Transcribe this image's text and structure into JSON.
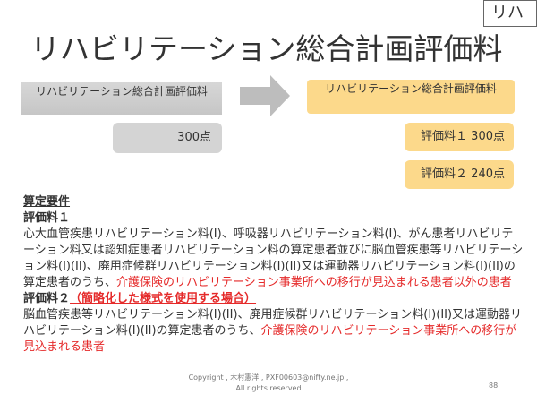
{
  "tag": "リハ",
  "title": "リハビリテーション総合計画評価料",
  "old_name": "リハビリテーション総合計画評価料",
  "old_points": "300点",
  "new_name": "リハビリテーション総合計画評価料",
  "new_items": [
    "評価料１ 300点",
    "評価料２ 240点"
  ],
  "section_title": "算定要件",
  "item1": {
    "heading": "評価料１",
    "text": "心大血管疾患リハビリテーション料(I)、呼吸器リハビリテーション料(I)、がん患者リハビリテーション料又は認知症患者リハビリテーション料の算定患者並びに脳血管疾患等リハビリテーション料(I)(II)、廃用症候群リハビリテーション料(I)(II)又は運動器リハビリテーション料(I)(II)の算定患者のうち、",
    "highlight": "介護保険のリハビリテーション事業所への移行が見込まれる患者以外の患者"
  },
  "item2": {
    "heading": "評価料２",
    "heading_note": "（簡略化した様式を使用する場合）",
    "text": "脳血管疾患等リハビリテーション料(I)(II)、廃用症候群リハビリテーション料(I)(II)又は運動器リハビリテーション料(I)(II)の算定患者のうち、",
    "highlight": "介護保険のリハビリテーション事業所への移行が見込まれる患者"
  },
  "footer": {
    "copyright_line1": "Copyright , 木村憲洋 , PXF00603@nifty.ne.jp ,",
    "copyright_line2": "All rights reserved",
    "page_number": "88"
  },
  "colors": {
    "highlight": "#e52a2a",
    "new_box": "#fcd98b",
    "old_box": "#d4d4d4"
  }
}
